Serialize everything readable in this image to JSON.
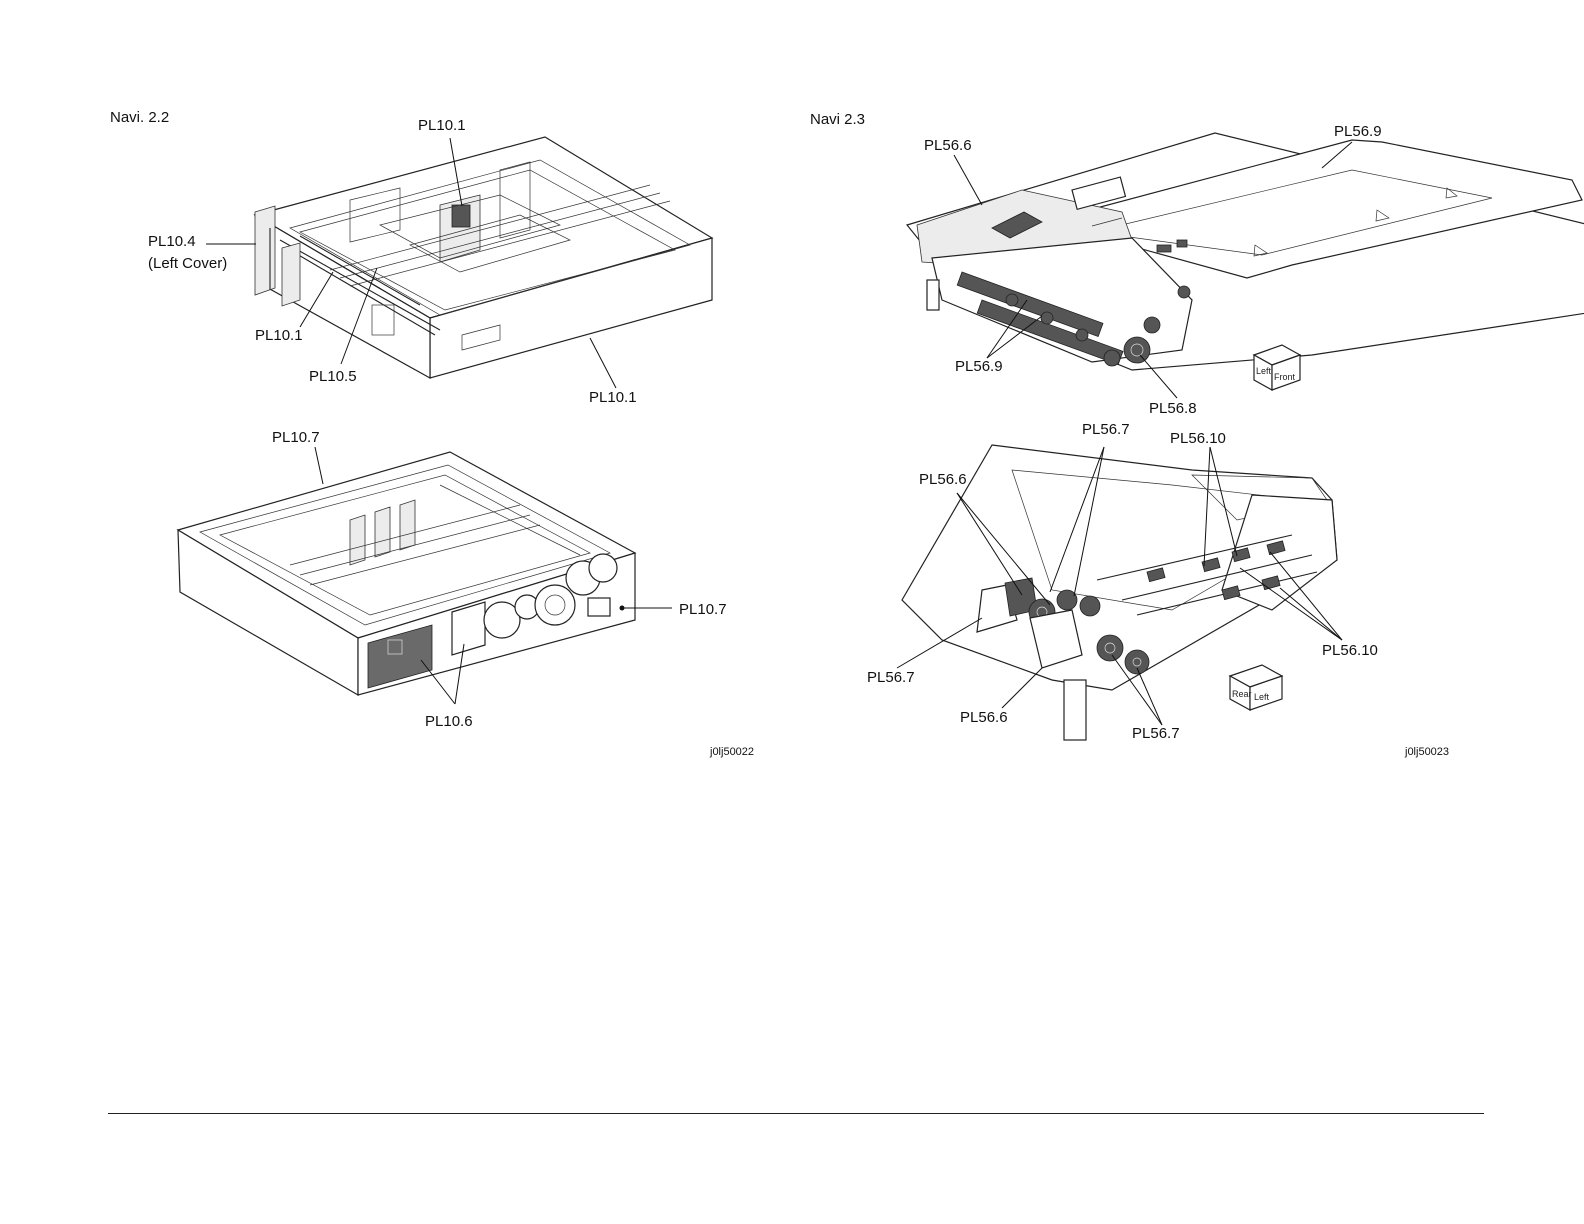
{
  "left": {
    "navi": "Navi. 2.2",
    "figure_id": "j0lj50022",
    "labels": {
      "top_center": "PL10.1",
      "left_cover_part": "PL10.4",
      "left_cover_name": "(Left Cover)",
      "inner_left": "PL10.1",
      "inner_rail": "PL10.5",
      "front_panel": "PL10.1",
      "lower_top": "PL10.7",
      "lower_right": "PL10.7",
      "lower_bottom": "PL10.6"
    }
  },
  "right": {
    "navi": "Navi 2.3",
    "figure_id": "j0lj50023",
    "labels": {
      "top_left": "PL56.6",
      "top_right": "PL56.9",
      "top_rollers": "PL56.9",
      "top_gear": "PL56.8",
      "lower_top_mid": "PL56.7",
      "lower_top_right": "PL56.10",
      "lower_left": "PL56.6",
      "lower_left_bottom": "PL56.7",
      "lower_motor": "PL56.6",
      "lower_gears": "PL56.7",
      "lower_rollers_right": "PL56.10"
    },
    "orientation_top": {
      "side": "Left",
      "face": "Front"
    },
    "orientation_bottom": {
      "side": "Rear",
      "face": "Left"
    }
  }
}
